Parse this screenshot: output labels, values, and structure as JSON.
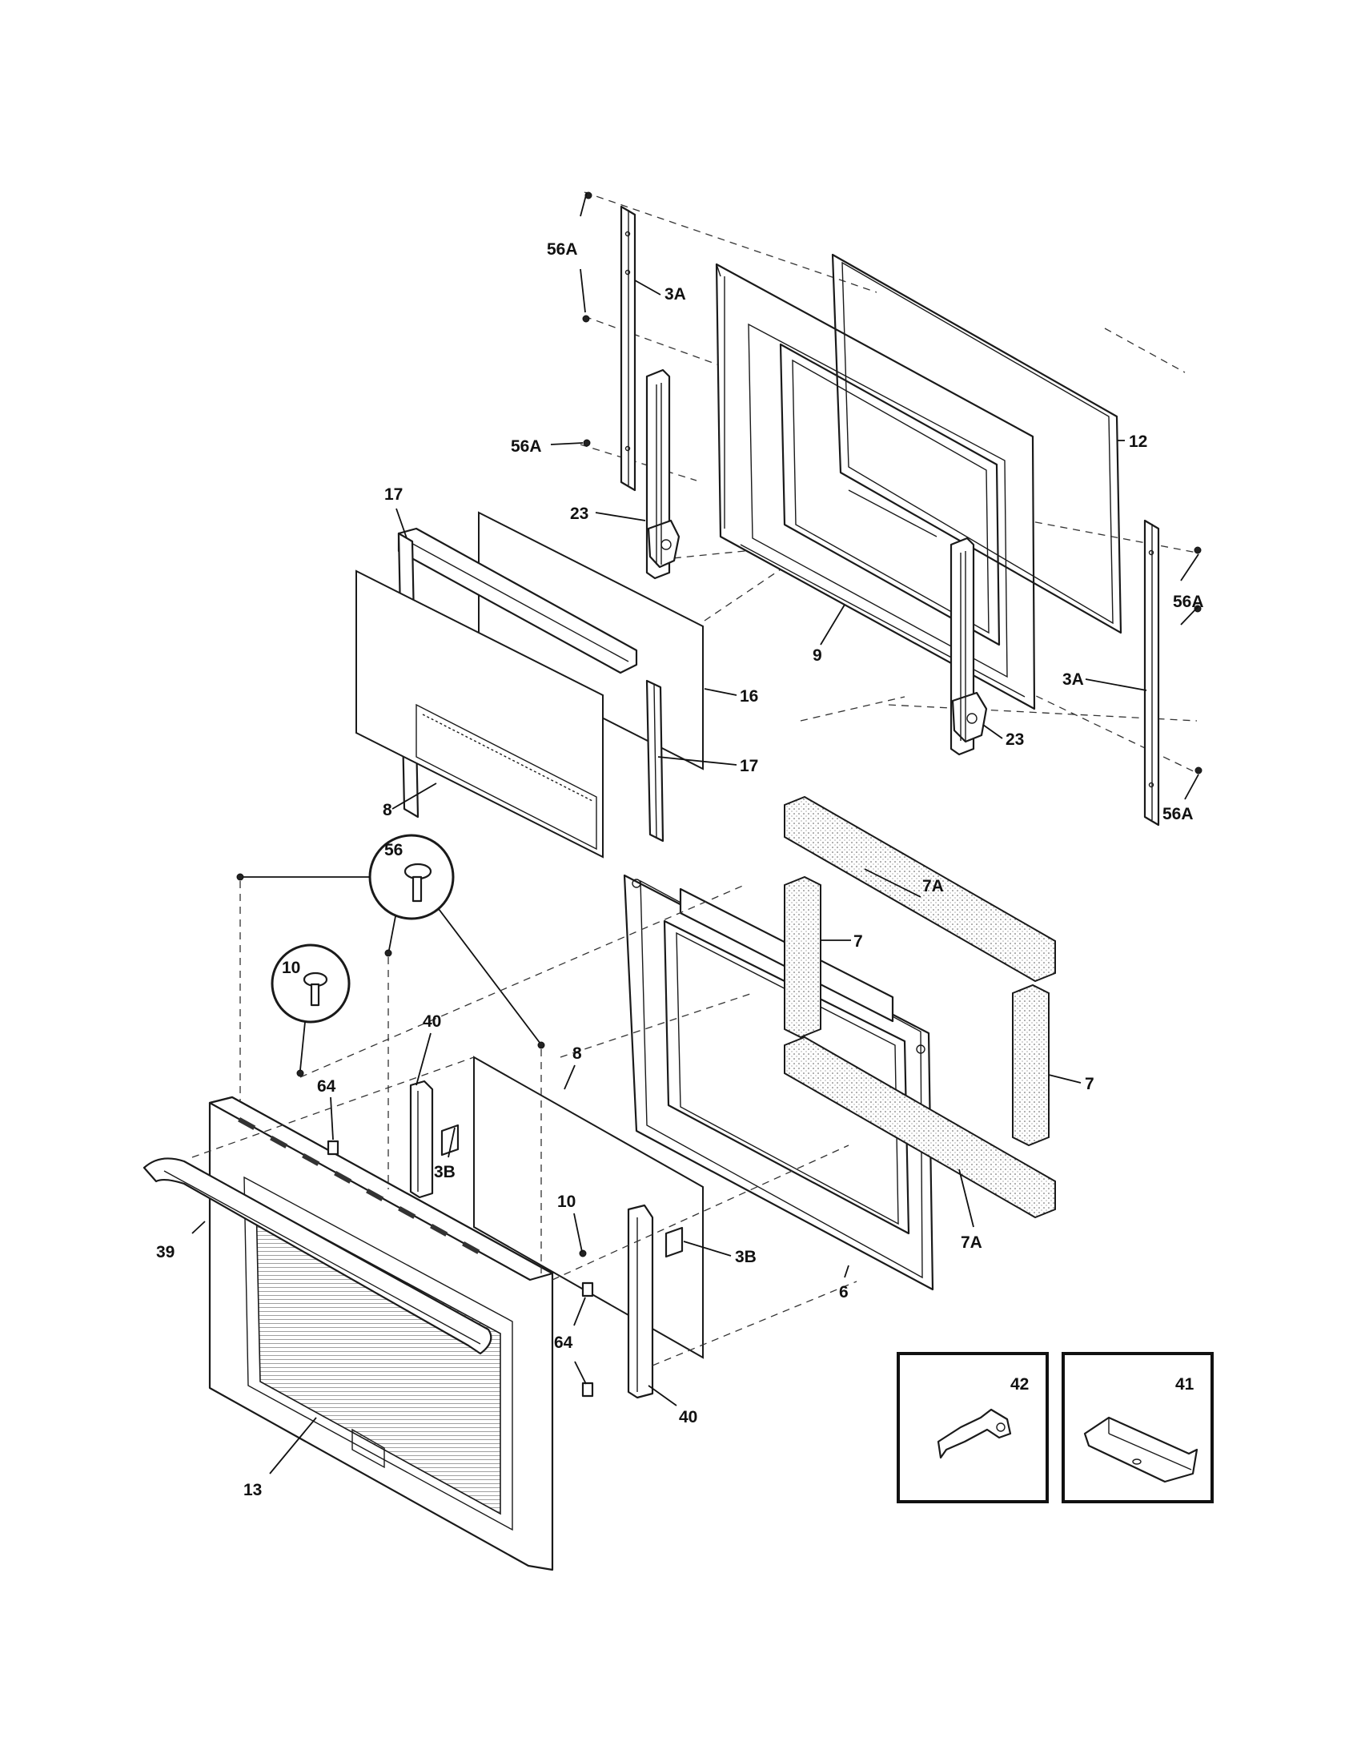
{
  "diagram": {
    "colors": {
      "ink": "#1a1a1a",
      "background": "#ffffff"
    },
    "callouts": [
      {
        "id": "c-56A-1",
        "text": "56A"
      },
      {
        "id": "c-3A-1",
        "text": "3A"
      },
      {
        "id": "c-56A-2",
        "text": "56A"
      },
      {
        "id": "c-12",
        "text": "12"
      },
      {
        "id": "c-17-1",
        "text": "17"
      },
      {
        "id": "c-23-1",
        "text": "23"
      },
      {
        "id": "c-9",
        "text": "9"
      },
      {
        "id": "c-56A-3",
        "text": "56A"
      },
      {
        "id": "c-3A-2",
        "text": "3A"
      },
      {
        "id": "c-16",
        "text": "16"
      },
      {
        "id": "c-23-2",
        "text": "23"
      },
      {
        "id": "c-17-2",
        "text": "17"
      },
      {
        "id": "c-8-1",
        "text": "8"
      },
      {
        "id": "c-56A-4",
        "text": "56A"
      },
      {
        "id": "c-7A-1",
        "text": "7A"
      },
      {
        "id": "c-56",
        "text": "56"
      },
      {
        "id": "c-7-1",
        "text": "7"
      },
      {
        "id": "c-10-1",
        "text": "10"
      },
      {
        "id": "c-40-1",
        "text": "40"
      },
      {
        "id": "c-8-2",
        "text": "8"
      },
      {
        "id": "c-7-2",
        "text": "7"
      },
      {
        "id": "c-64-1",
        "text": "64"
      },
      {
        "id": "c-3B-1",
        "text": "3B"
      },
      {
        "id": "c-10-2",
        "text": "10"
      },
      {
        "id": "c-7A-2",
        "text": "7A"
      },
      {
        "id": "c-39",
        "text": "39"
      },
      {
        "id": "c-3B-2",
        "text": "3B"
      },
      {
        "id": "c-6",
        "text": "6"
      },
      {
        "id": "c-64-2",
        "text": "64"
      },
      {
        "id": "c-40-2",
        "text": "40"
      },
      {
        "id": "c-42",
        "text": "42"
      },
      {
        "id": "c-41",
        "text": "41"
      },
      {
        "id": "c-13",
        "text": "13"
      }
    ]
  }
}
